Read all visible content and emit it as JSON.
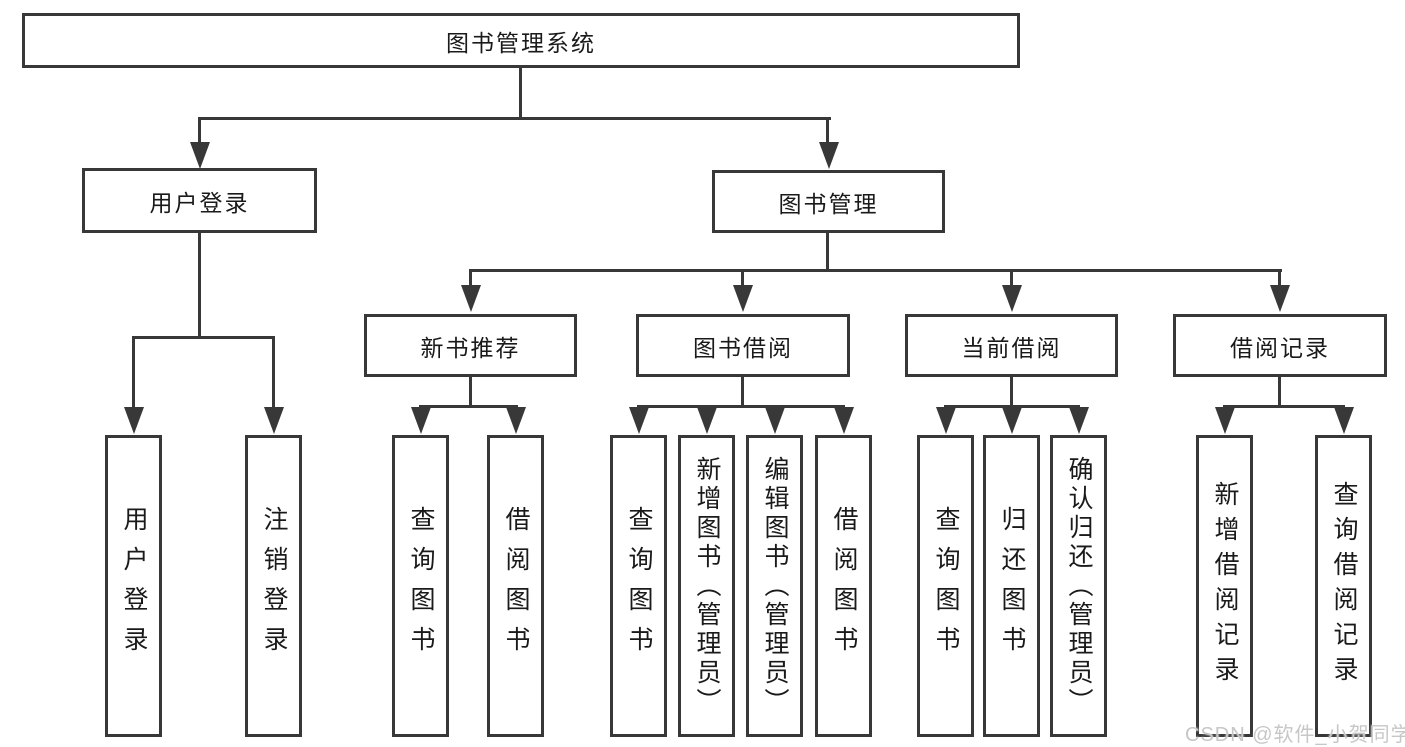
{
  "diagram": {
    "title_node": {
      "label": "图书管理系统"
    },
    "level2_nodes": [
      {
        "label": "用户登录"
      },
      {
        "label": "图书管理"
      }
    ],
    "level3_nodes": [
      {
        "label": "新书推荐",
        "parent": "图书管理"
      },
      {
        "label": "图书借阅",
        "parent": "图书管理"
      },
      {
        "label": "当前借阅",
        "parent": "图书管理"
      },
      {
        "label": "借阅记录",
        "parent": "图书管理"
      }
    ],
    "leaf_nodes": [
      {
        "label": "用户登录",
        "parent": "用户登录"
      },
      {
        "label": "注销登录",
        "parent": "用户登录"
      },
      {
        "label": "查询图书",
        "parent": "新书推荐"
      },
      {
        "label": "借阅图书",
        "parent": "新书推荐"
      },
      {
        "label": "查询图书",
        "parent": "图书借阅"
      },
      {
        "label": "新增图书（管理员）",
        "parent": "图书借阅"
      },
      {
        "label": "编辑图书（管理员）",
        "parent": "图书借阅"
      },
      {
        "label": "借阅图书",
        "parent": "图书借阅"
      },
      {
        "label": "查询图书",
        "parent": "当前借阅"
      },
      {
        "label": "归还图书",
        "parent": "当前借阅"
      },
      {
        "label": "确认归还（管理员）",
        "parent": "当前借阅"
      },
      {
        "label": "新增借阅记录",
        "parent": "借阅记录"
      },
      {
        "label": "查询借阅记录",
        "parent": "借阅记录"
      }
    ],
    "colors": {
      "line": "#383838",
      "text": "#1a1a1a",
      "watermark_text": "#c7c7c7",
      "background": "#ffffff"
    }
  },
  "watermark": {
    "label": "CSDN @软件_小贺同学"
  }
}
